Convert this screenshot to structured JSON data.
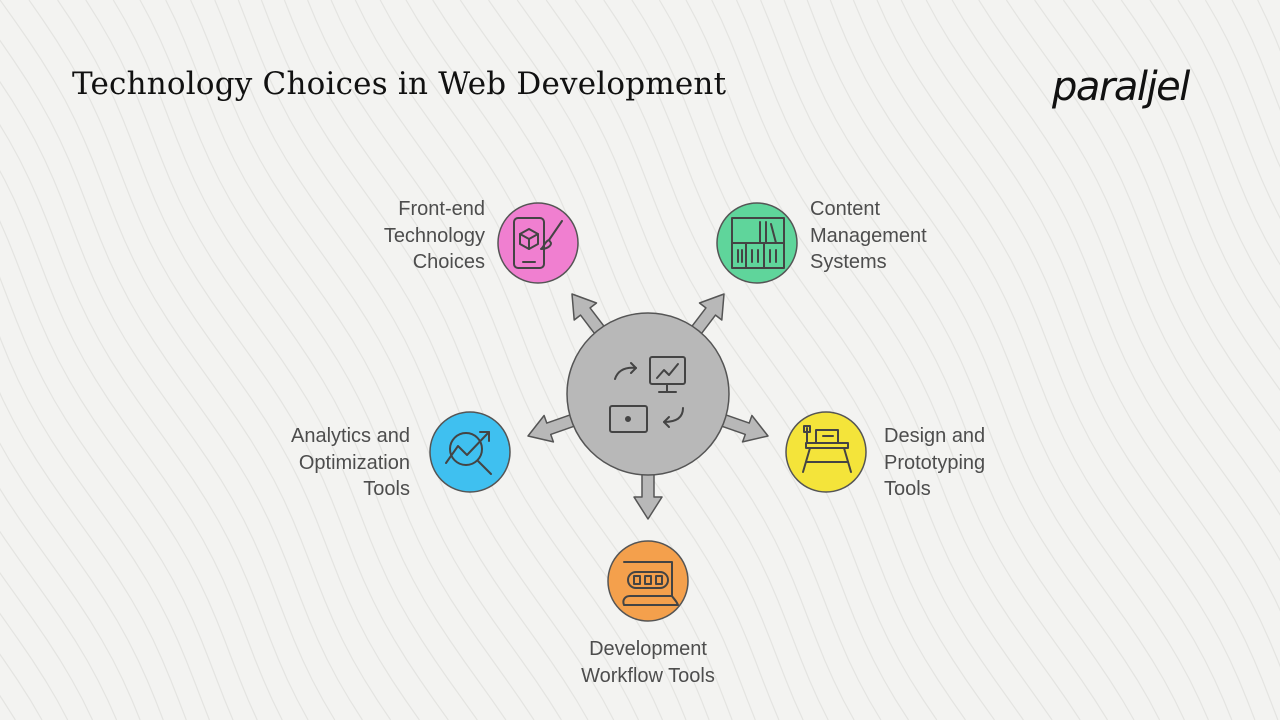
{
  "header": {
    "title": "Technology Choices in Web Development",
    "logo_text": "paraljel"
  },
  "hub": {
    "fill": "#b8b8b8",
    "icon": "workflow-icon"
  },
  "nodes": [
    {
      "id": "frontend",
      "label": "Front-end\nTechnology\nChoices",
      "color": "#f07fd0",
      "icon": "mobile-design-icon"
    },
    {
      "id": "cms",
      "label": "Content\nManagement\nSystems",
      "color": "#5fd59b",
      "icon": "bookshelf-icon"
    },
    {
      "id": "analytics",
      "label": "Analytics and\nOptimization\nTools",
      "color": "#3fc0f0",
      "icon": "chart-magnifier-icon"
    },
    {
      "id": "design",
      "label": "Design and\nPrototyping\nTools",
      "color": "#f4e43a",
      "icon": "drafting-table-icon"
    },
    {
      "id": "workflow",
      "label": "Development\nWorkflow Tools",
      "color": "#f4a04c",
      "icon": "conveyor-icon"
    }
  ]
}
